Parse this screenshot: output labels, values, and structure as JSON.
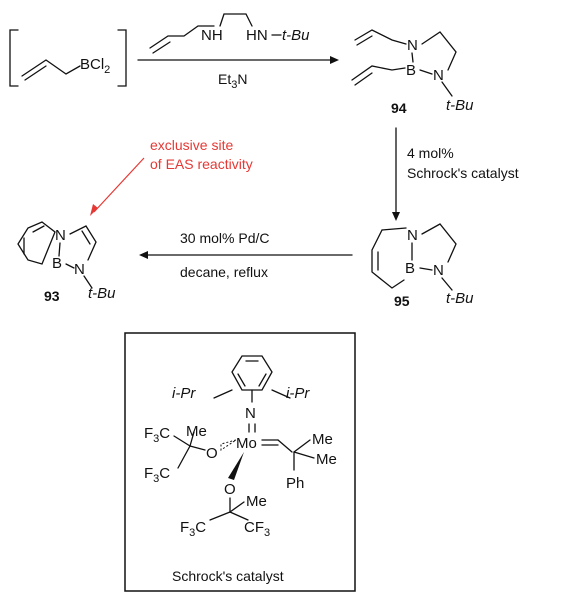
{
  "reaction1": {
    "reagent_label": "BCl",
    "reagent_sub": "2",
    "diamine_nh": "NH",
    "diamine_hn": "HN",
    "diamine_tbu": "t-Bu",
    "base_main": "Et",
    "base_sub": "3",
    "base_end": "N"
  },
  "compound94": {
    "number": "94",
    "n1": "N",
    "b": "B",
    "n2": "N",
    "tbu": "t-Bu"
  },
  "reaction2": {
    "line1": "4 mol%",
    "line2": "Schrock's catalyst"
  },
  "compound95": {
    "number": "95",
    "n1": "N",
    "b": "B",
    "n2": "N",
    "tbu": "t-Bu"
  },
  "reaction3": {
    "line1": "30 mol% Pd/C",
    "line2": "decane, reflux"
  },
  "compound93": {
    "number": "93",
    "n1": "N",
    "b": "B",
    "n2": "N",
    "tbu": "t-Bu"
  },
  "annotation": {
    "line1": "exclusive site",
    "line2": "of EAS reactivity",
    "color": "#e53935"
  },
  "catalyst": {
    "caption": "Schrock's catalyst",
    "ipr_left": "i-Pr",
    "ipr_right": "i-Pr",
    "n": "N",
    "mo": "Mo",
    "o_left": "O",
    "o_bottom": "O",
    "me": "Me",
    "ph": "Ph",
    "cf3_main": "F",
    "cf3_sub": "3",
    "cf3_c": "C"
  }
}
